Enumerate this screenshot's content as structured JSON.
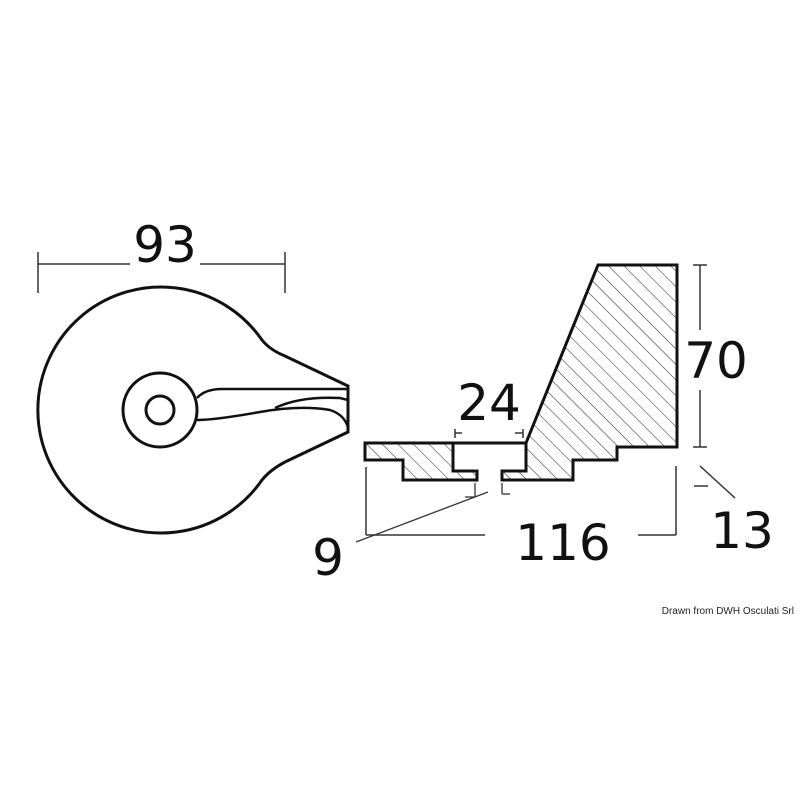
{
  "drawing": {
    "dimensions": {
      "width_front": "93",
      "height": "70",
      "slot_width": "24",
      "length": "116",
      "step": "13",
      "slot_depth": "9"
    },
    "credit": "Drawn from DWH Osculati Srl",
    "colors": {
      "line": "#111111",
      "background": "#ffffff"
    }
  }
}
